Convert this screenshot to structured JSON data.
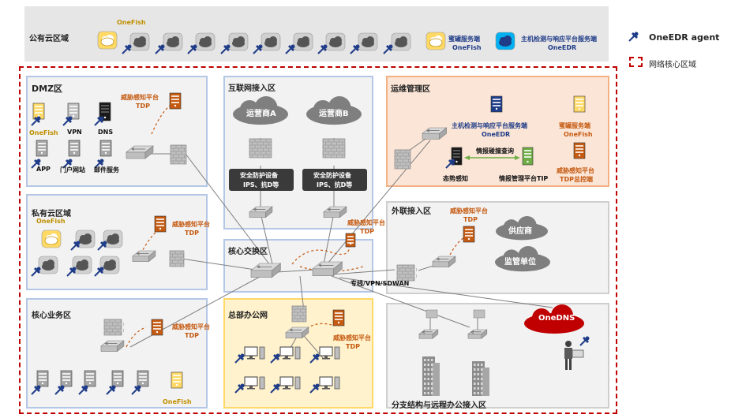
{
  "legend": {
    "agent": "OneEDR agent",
    "core_region": "网络核心区域"
  },
  "public_cloud": {
    "title": "公有云区域",
    "onefish_top": "OneFish",
    "honeypot_line1": "蜜罐服务端",
    "honeypot_line2": "OneFish",
    "edr_line1": "主机检测与响应平台服务端",
    "edr_line2": "OneEDR"
  },
  "dmz": {
    "title": "DMZ区",
    "onefish": "OneFish",
    "vpn": "VPN",
    "dns": "DNS",
    "app": "APP",
    "portal": "门户网站",
    "mail": "邮件服务",
    "tdp_line1": "威胁感知平台",
    "tdp_line2": "TDP"
  },
  "internet": {
    "title": "互联网接入区",
    "isp_a": "运营商A",
    "isp_b": "运营商B",
    "sec_a_line1": "安全防护设备",
    "sec_a_line2": "IPS、抗D等",
    "sec_b_line1": "安全防护设备",
    "sec_b_line2": "IPS、抗D等"
  },
  "ops": {
    "title": "运维管理区",
    "edr_line1": "主机检测与响应平台服务端",
    "edr_line2": "OneEDR",
    "honeypot_line1": "蜜罐服务端",
    "honeypot_line2": "OneFish",
    "intel_query": "情报碰撞查询",
    "situational": "态势感知",
    "tip": "情报管理平台TIP",
    "tdp_line1": "威胁感知平台",
    "tdp_line2": "TDP总控端"
  },
  "private_cloud": {
    "title": "私有云区域",
    "onefish": "OneFish",
    "tdp_line1": "威胁感知平台",
    "tdp_line2": "TDP"
  },
  "core_switch": {
    "title": "核心交换区",
    "tdp_line1": "威胁感知平台",
    "tdp_line2": "TDP",
    "wan": "专线/VPN/SDWAN"
  },
  "external": {
    "title": "外联接入区",
    "tdp_line1": "威胁感知平台",
    "tdp_line2": "TDP",
    "supplier": "供应商",
    "regulator": "监管单位"
  },
  "core_business": {
    "title": "核心业务区",
    "tdp_line1": "威胁感知平台",
    "tdp_line2": "TDP",
    "onefish": "OneFish"
  },
  "hq_office": {
    "title": "总部办公网",
    "tdp_line1": "威胁感知平台",
    "tdp_line2": "TDP"
  },
  "branch": {
    "title": "分支结构与远程办公接入区",
    "onedns": "OneDNS"
  },
  "colors": {
    "core_border": "#c00000",
    "zone_border_blue": "#8eaadb",
    "zone_fill_blue": "#f2f2f2",
    "ops_fill": "#fbe5d6",
    "ops_border": "#f4b183",
    "hq_fill": "#fff2cc",
    "hq_border": "#ffd966",
    "tdp_orange": "#c55a11",
    "agent_pin": "#1f3c88",
    "honeypot_gold": "#ffd966",
    "edr_blue": "#00b0f0"
  }
}
